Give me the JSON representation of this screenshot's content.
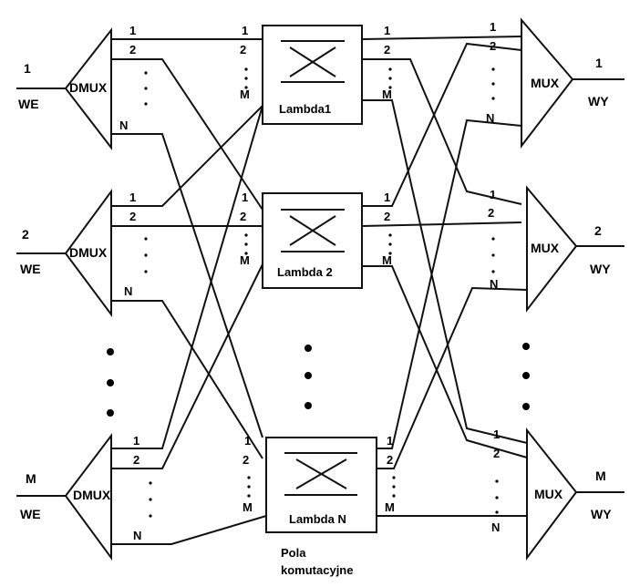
{
  "diagram": {
    "demux_label": "DMUX",
    "mux_label": "MUX",
    "input_label": "WE",
    "output_label": "WY",
    "port_labels": [
      "1",
      "2",
      "M"
    ],
    "channel_labels": [
      "1",
      "2",
      "N"
    ],
    "switch_port_labels": [
      "1",
      "2",
      "M"
    ],
    "switch_labels": [
      "Lambda1",
      "Lambda 2",
      "Lambda N"
    ],
    "footer_line1": "Pola",
    "footer_line2": "komutacyjne"
  }
}
